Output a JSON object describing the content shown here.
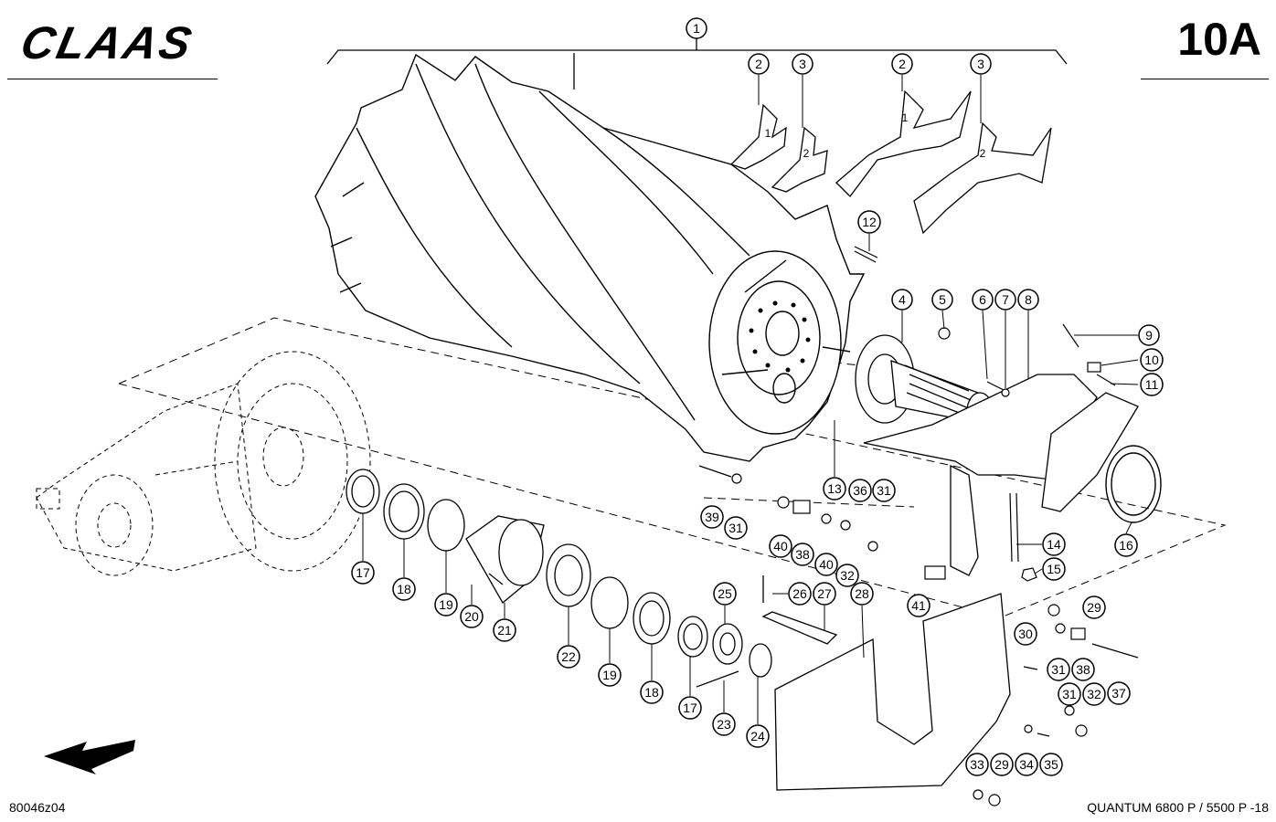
{
  "header": {
    "brand": "CLAAS",
    "page_code": "10A"
  },
  "footer": {
    "figure_code": "80046z04",
    "model": "QUANTUM 6800 P / 5500 P -18"
  },
  "callouts": [
    {
      "id": "c1",
      "label": "1"
    },
    {
      "id": "c2a",
      "label": "2"
    },
    {
      "id": "c3a",
      "label": "3"
    },
    {
      "id": "c2b",
      "label": "2"
    },
    {
      "id": "c3b",
      "label": "3"
    },
    {
      "id": "c12",
      "label": "12"
    },
    {
      "id": "c4",
      "label": "4"
    },
    {
      "id": "c5",
      "label": "5"
    },
    {
      "id": "c6",
      "label": "6"
    },
    {
      "id": "c7",
      "label": "7"
    },
    {
      "id": "c8",
      "label": "8"
    },
    {
      "id": "c9",
      "label": "9"
    },
    {
      "id": "c10",
      "label": "10"
    },
    {
      "id": "c11",
      "label": "11"
    },
    {
      "id": "c13",
      "label": "13"
    },
    {
      "id": "c36",
      "label": "36"
    },
    {
      "id": "c31a",
      "label": "31"
    },
    {
      "id": "c39",
      "label": "39"
    },
    {
      "id": "c31b",
      "label": "31"
    },
    {
      "id": "c40a",
      "label": "40"
    },
    {
      "id": "c38a",
      "label": "38"
    },
    {
      "id": "c40b",
      "label": "40"
    },
    {
      "id": "c32a",
      "label": "32"
    },
    {
      "id": "c14",
      "label": "14"
    },
    {
      "id": "c15",
      "label": "15"
    },
    {
      "id": "c16",
      "label": "16"
    },
    {
      "id": "c41",
      "label": "41"
    },
    {
      "id": "c17a",
      "label": "17"
    },
    {
      "id": "c18a",
      "label": "18"
    },
    {
      "id": "c19a",
      "label": "19"
    },
    {
      "id": "c20",
      "label": "20"
    },
    {
      "id": "c21",
      "label": "21"
    },
    {
      "id": "c22",
      "label": "22"
    },
    {
      "id": "c19b",
      "label": "19"
    },
    {
      "id": "c18b",
      "label": "18"
    },
    {
      "id": "c17b",
      "label": "17"
    },
    {
      "id": "c25",
      "label": "25"
    },
    {
      "id": "c26",
      "label": "26"
    },
    {
      "id": "c27",
      "label": "27"
    },
    {
      "id": "c28",
      "label": "28"
    },
    {
      "id": "c23",
      "label": "23"
    },
    {
      "id": "c24",
      "label": "24"
    },
    {
      "id": "c29a",
      "label": "29"
    },
    {
      "id": "c30",
      "label": "30"
    },
    {
      "id": "c31c",
      "label": "31"
    },
    {
      "id": "c38b",
      "label": "38"
    },
    {
      "id": "c37",
      "label": "37"
    },
    {
      "id": "c31d",
      "label": "31"
    },
    {
      "id": "c32b",
      "label": "32"
    },
    {
      "id": "c33",
      "label": "33"
    },
    {
      "id": "c29b",
      "label": "29"
    },
    {
      "id": "c34",
      "label": "34"
    },
    {
      "id": "c35",
      "label": "35"
    }
  ],
  "part_marks": [
    {
      "id": "m2a",
      "label": "1"
    },
    {
      "id": "m3a",
      "label": "2"
    },
    {
      "id": "m2b",
      "label": "1"
    },
    {
      "id": "m3b",
      "label": "2"
    }
  ]
}
